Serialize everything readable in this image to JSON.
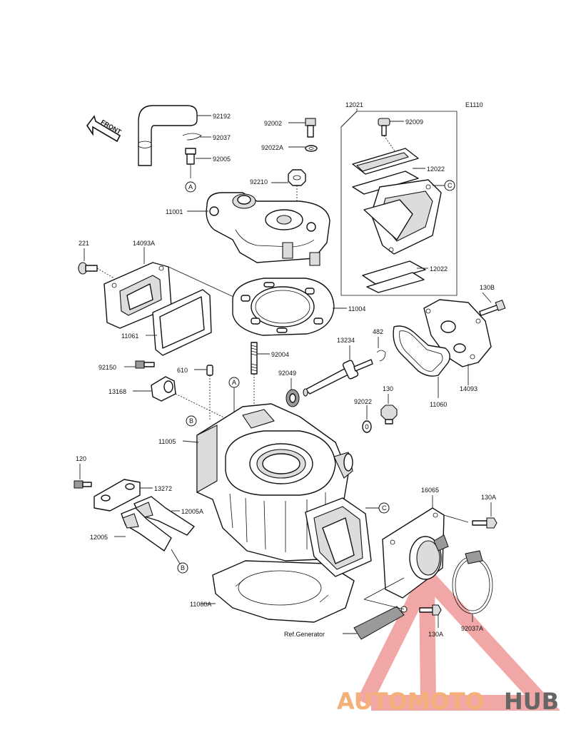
{
  "diagram": {
    "code": "E1110",
    "front_label": "FRONT",
    "ref_generator": "Ref.Generator",
    "callouts": {
      "92192": "92192",
      "92037": "92037",
      "92005": "92005",
      "92002": "92002",
      "92022A": "92022A",
      "92210": "92210",
      "11001": "11001",
      "12021": "12021",
      "92009": "92009",
      "12022a": "12022",
      "12022b": "12022",
      "221": "221",
      "14093A": "14093A",
      "11061": "11061",
      "11004": "11004",
      "130B": "130B",
      "13234": "13234",
      "482": "482",
      "92004": "92004",
      "92150": "92150",
      "610": "610",
      "92049": "92049",
      "13168": "13168",
      "14093": "14093",
      "11060": "11060",
      "130": "130",
      "92022": "92022",
      "11005": "11005",
      "120": "120",
      "13272": "13272",
      "12005A": "12005A",
      "12005": "12005",
      "16065": "16065",
      "130A_top": "130A",
      "130A_bottom": "130A",
      "11060A": "11060A",
      "92037A": "92037A"
    },
    "refs": {
      "A": "A",
      "B": "B",
      "C": "C"
    }
  },
  "watermark": {
    "part1": "AUTOMOTO",
    "part2": "HUB",
    "color_primary": "#f3b078",
    "color_secondary": "#666666",
    "triangle_color": "#e86060"
  }
}
